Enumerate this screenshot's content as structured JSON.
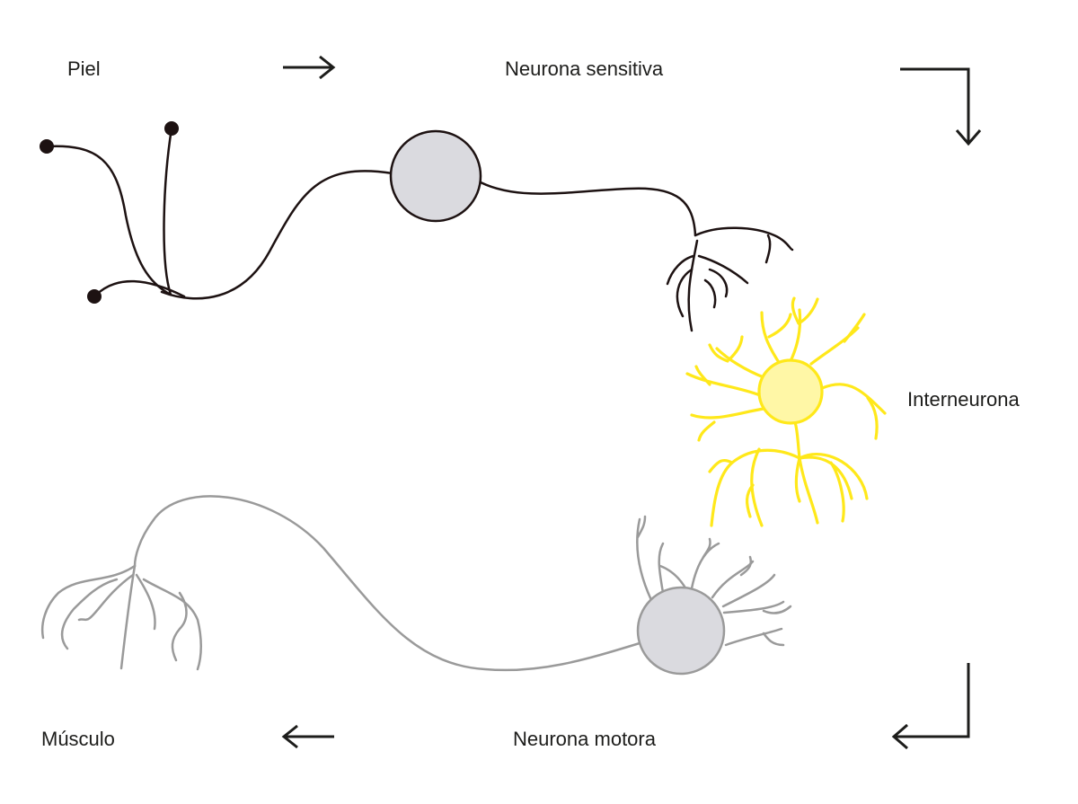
{
  "labels": {
    "skin": "Piel",
    "sensory_neuron": "Neurona sensitiva",
    "interneuron": "Interneurona",
    "motor_neuron": "Neurona motora",
    "muscle": "Músculo"
  },
  "colors": {
    "sensory_line": "#1d1212",
    "sensory_soma": "#dadadf",
    "interneuron_line": "#ffe81a",
    "interneuron_soma": "#fff7a6",
    "motor_line": "#9a9a9a",
    "motor_soma": "#dadadf",
    "arrow": "#1d1d1b",
    "label_text": "#1d1d1b"
  },
  "icons": {
    "arrow_top": "arrow-right-icon",
    "arrow_top_right": "arrow-corner-down-icon",
    "arrow_bottom_right": "arrow-corner-left-icon",
    "arrow_bottom": "arrow-left-icon"
  }
}
